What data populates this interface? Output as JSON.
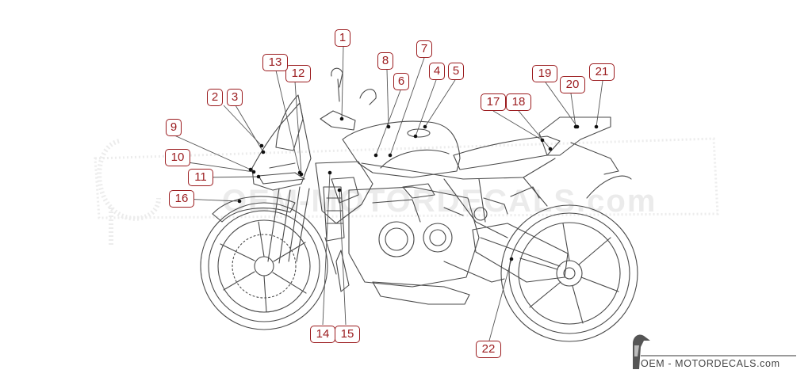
{
  "watermark": {
    "text": "OEM-MOTORDECALS.com"
  },
  "callouts": [
    "1",
    "2",
    "3",
    "4",
    "5",
    "6",
    "7",
    "8",
    "9",
    "10",
    "11",
    "12",
    "13",
    "14",
    "15",
    "16",
    "17",
    "18",
    "19",
    "20",
    "21",
    "22"
  ],
  "brand": {
    "text": "OEM - MOTORDECALS.com"
  },
  "colors": {
    "callout": "#9b1b1e",
    "line": "#4a4a4a",
    "watermark": "#e6e6e6"
  }
}
